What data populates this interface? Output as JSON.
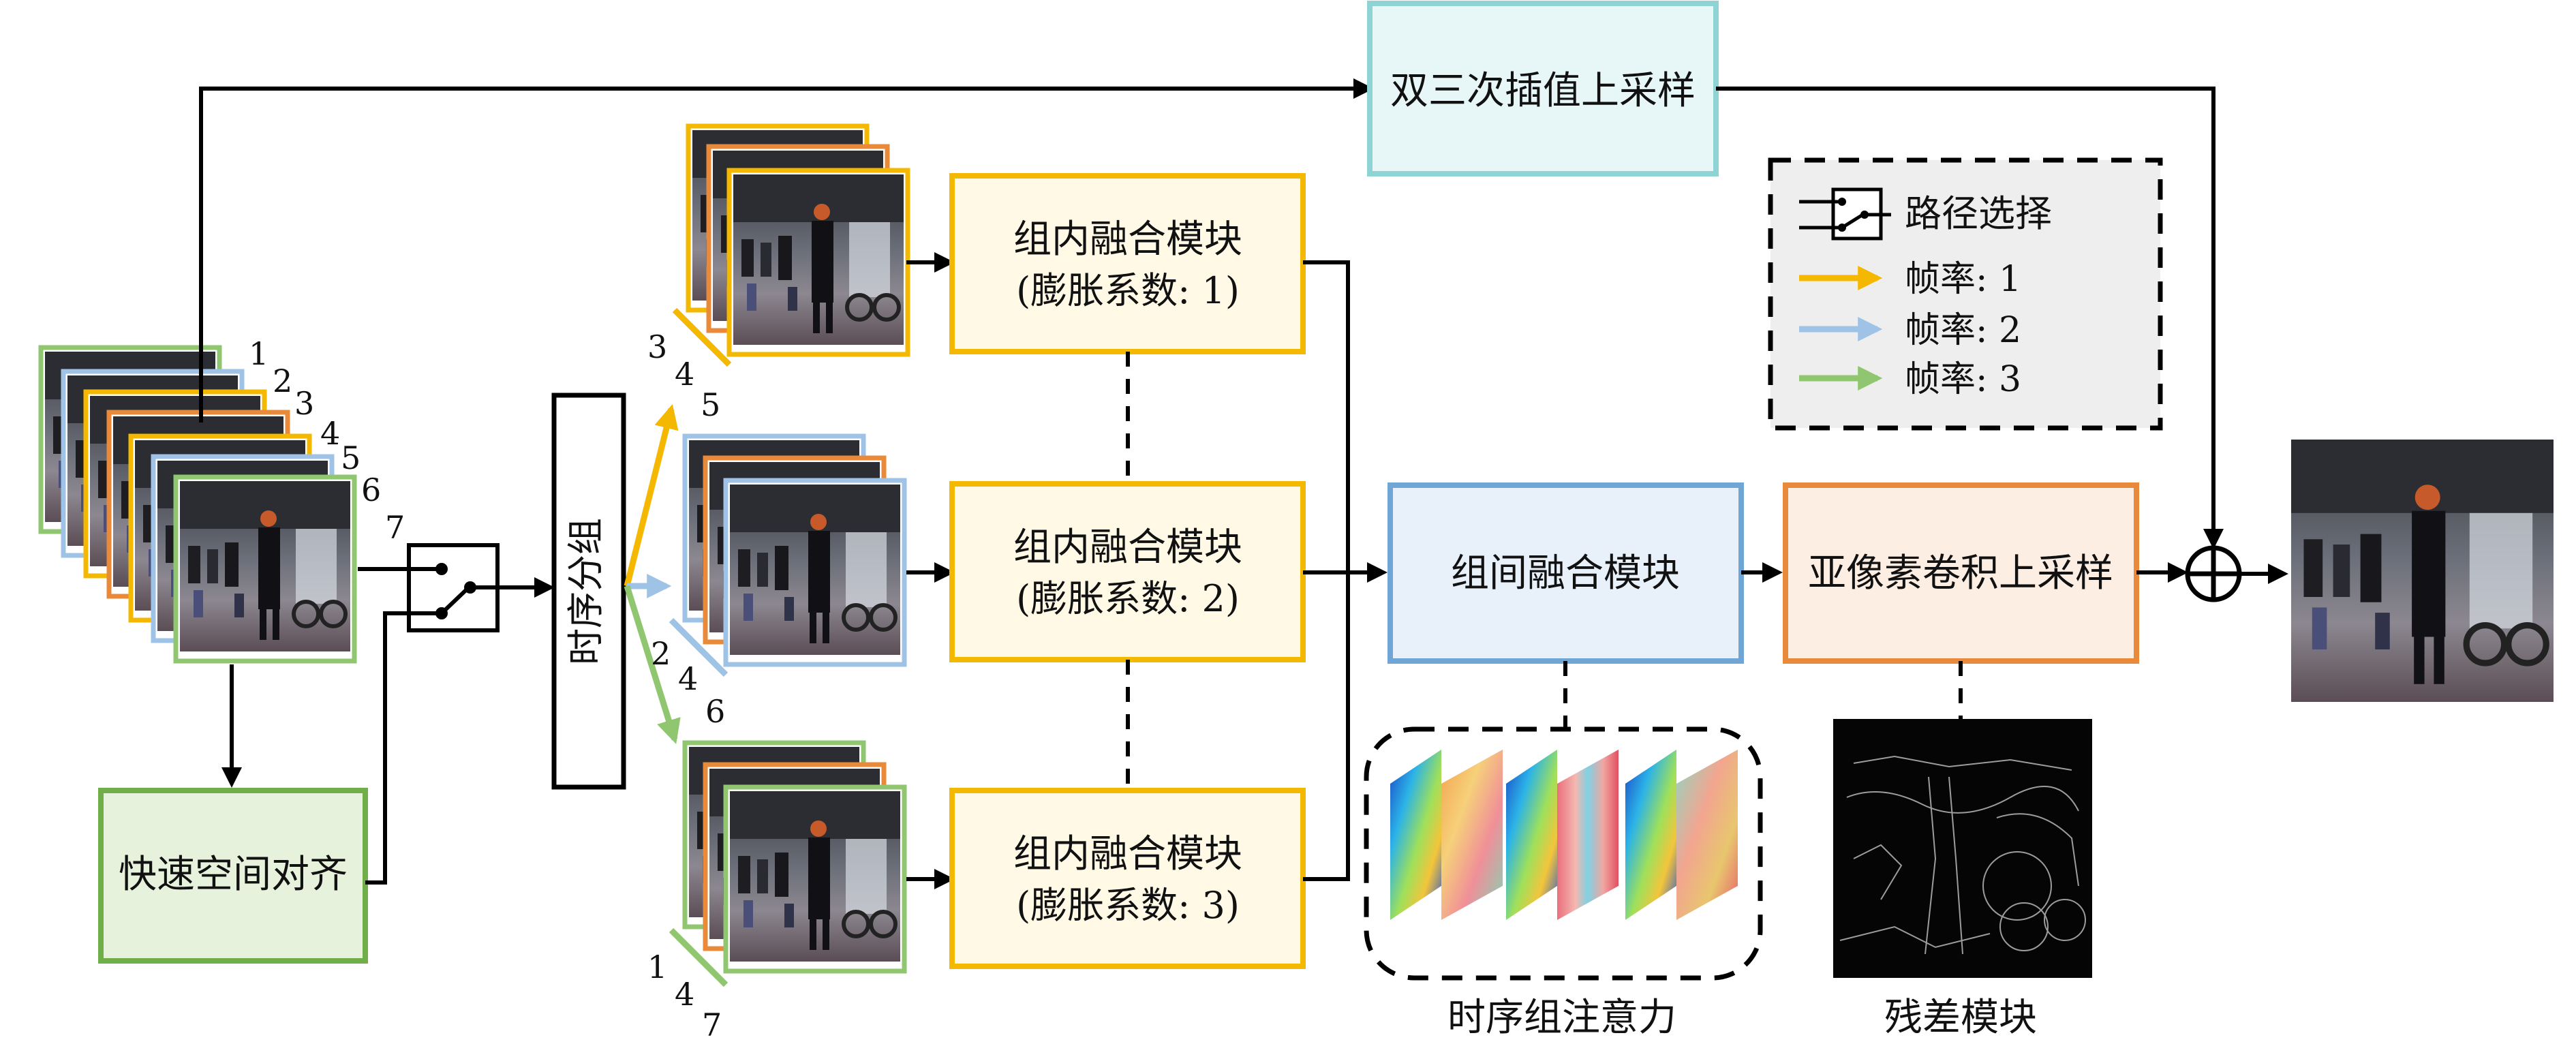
{
  "diagram": {
    "bicubic_label": "双三次插值上采样",
    "temporal_grouping_label": "时序分组",
    "fast_align_label": "快速空间对齐",
    "intra_group": [
      {
        "title": "组内融合模块",
        "sub": "(膨胀系数: 1)"
      },
      {
        "title": "组内融合模块",
        "sub": "(膨胀系数: 2)"
      },
      {
        "title": "组内融合模块",
        "sub": "(膨胀系数: 3)"
      }
    ],
    "inter_group_label": "组间融合模块",
    "subpixel_label": "亚像素卷积上采样",
    "temporal_attention_label": "时序组注意力",
    "residual_label": "残差模块",
    "legend": {
      "switch_label": "路径选择",
      "rate1": "帧率: 1",
      "rate2": "帧率: 2",
      "rate3": "帧率: 3"
    },
    "input_frame_numbers": [
      "1",
      "2",
      "3",
      "4",
      "5",
      "6",
      "7"
    ],
    "group_indices": [
      [
        "3",
        "4",
        "5"
      ],
      [
        "2",
        "4",
        "6"
      ],
      [
        "1",
        "4",
        "7"
      ]
    ]
  },
  "colors": {
    "yellow": "#f5b800",
    "blue": "#9fc3e6",
    "green": "#8fc66f",
    "orange": "#e98a3a",
    "bicubic_fill": "#e7f6f6",
    "bicubic_stroke": "#8fd4d4",
    "intra_fill": "#fff9e6",
    "inter_fill": "#e8f1fa",
    "inter_stroke": "#6fa6d6",
    "subpixel_fill": "#fdeee4",
    "align_fill": "#e6f2dc",
    "legend_fill": "#eeeeee"
  }
}
